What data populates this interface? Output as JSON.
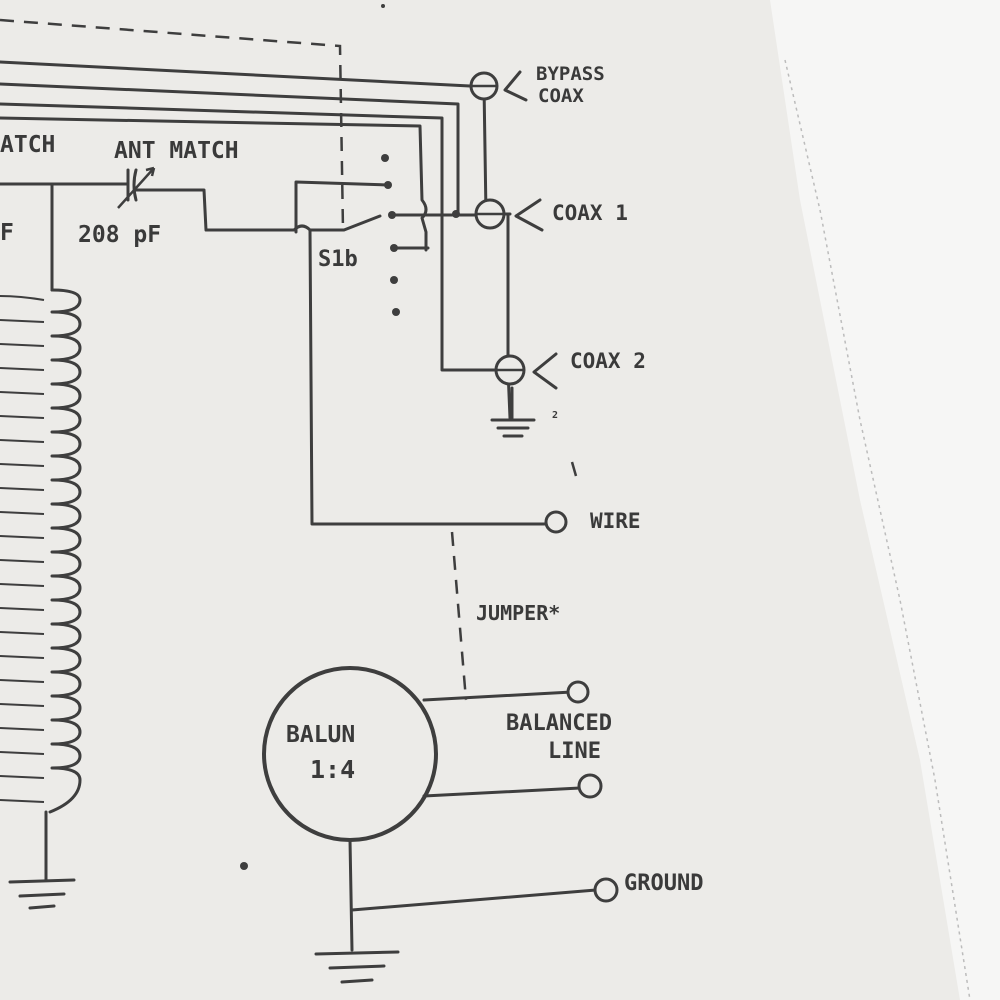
{
  "labels": {
    "match_left": "ATCH",
    "ant_match": "ANT MATCH",
    "f_left": "F",
    "cap_value": "208 pF",
    "switch": "S1b",
    "bypass_line1": "BYPASS",
    "bypass_line2": "COAX",
    "coax1": "COAX 1",
    "coax2": "COAX 2",
    "wire": "WIRE",
    "jumper": "JUMPER*",
    "balun_line1": "BALUN",
    "balun_line2": "1:4",
    "balanced_line1": "BALANCED",
    "balanced_line2": "LINE",
    "ground": "GROUND",
    "mark_2": "2"
  },
  "colors": {
    "paper": "#ecebe8",
    "ink": "#3e3e3e",
    "page_edge": "#f7f7f6"
  }
}
